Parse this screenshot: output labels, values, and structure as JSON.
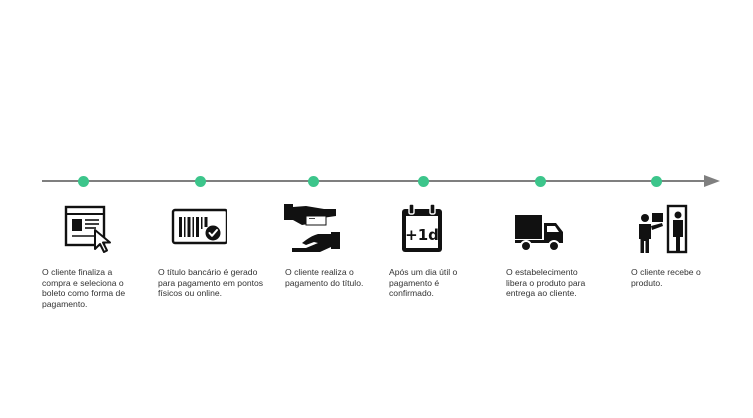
{
  "steps": [
    {
      "icon": "browser-cursor-icon",
      "text": "O cliente finaliza a compra e seleciona o boleto como forma de pagamento."
    },
    {
      "icon": "barcode-check-icon",
      "text": "O título bancário é gerado para pagamento em pontos físicos ou online."
    },
    {
      "icon": "hands-payment-icon",
      "text": "O cliente realiza o pagamento do título."
    },
    {
      "icon": "calendar-plus-one-day-icon",
      "text": "Após um dia útil o pagamento é confirmado."
    },
    {
      "icon": "delivery-truck-icon",
      "text": "O estabelecimento libera o produto para entrega ao cliente."
    },
    {
      "icon": "customer-receives-product-icon",
      "text": "O cliente recebe o produto."
    }
  ],
  "calendar_label": "+1d",
  "colors": {
    "dot": "#3cc58b",
    "line": "#7f7f7f",
    "icon": "#111111"
  }
}
